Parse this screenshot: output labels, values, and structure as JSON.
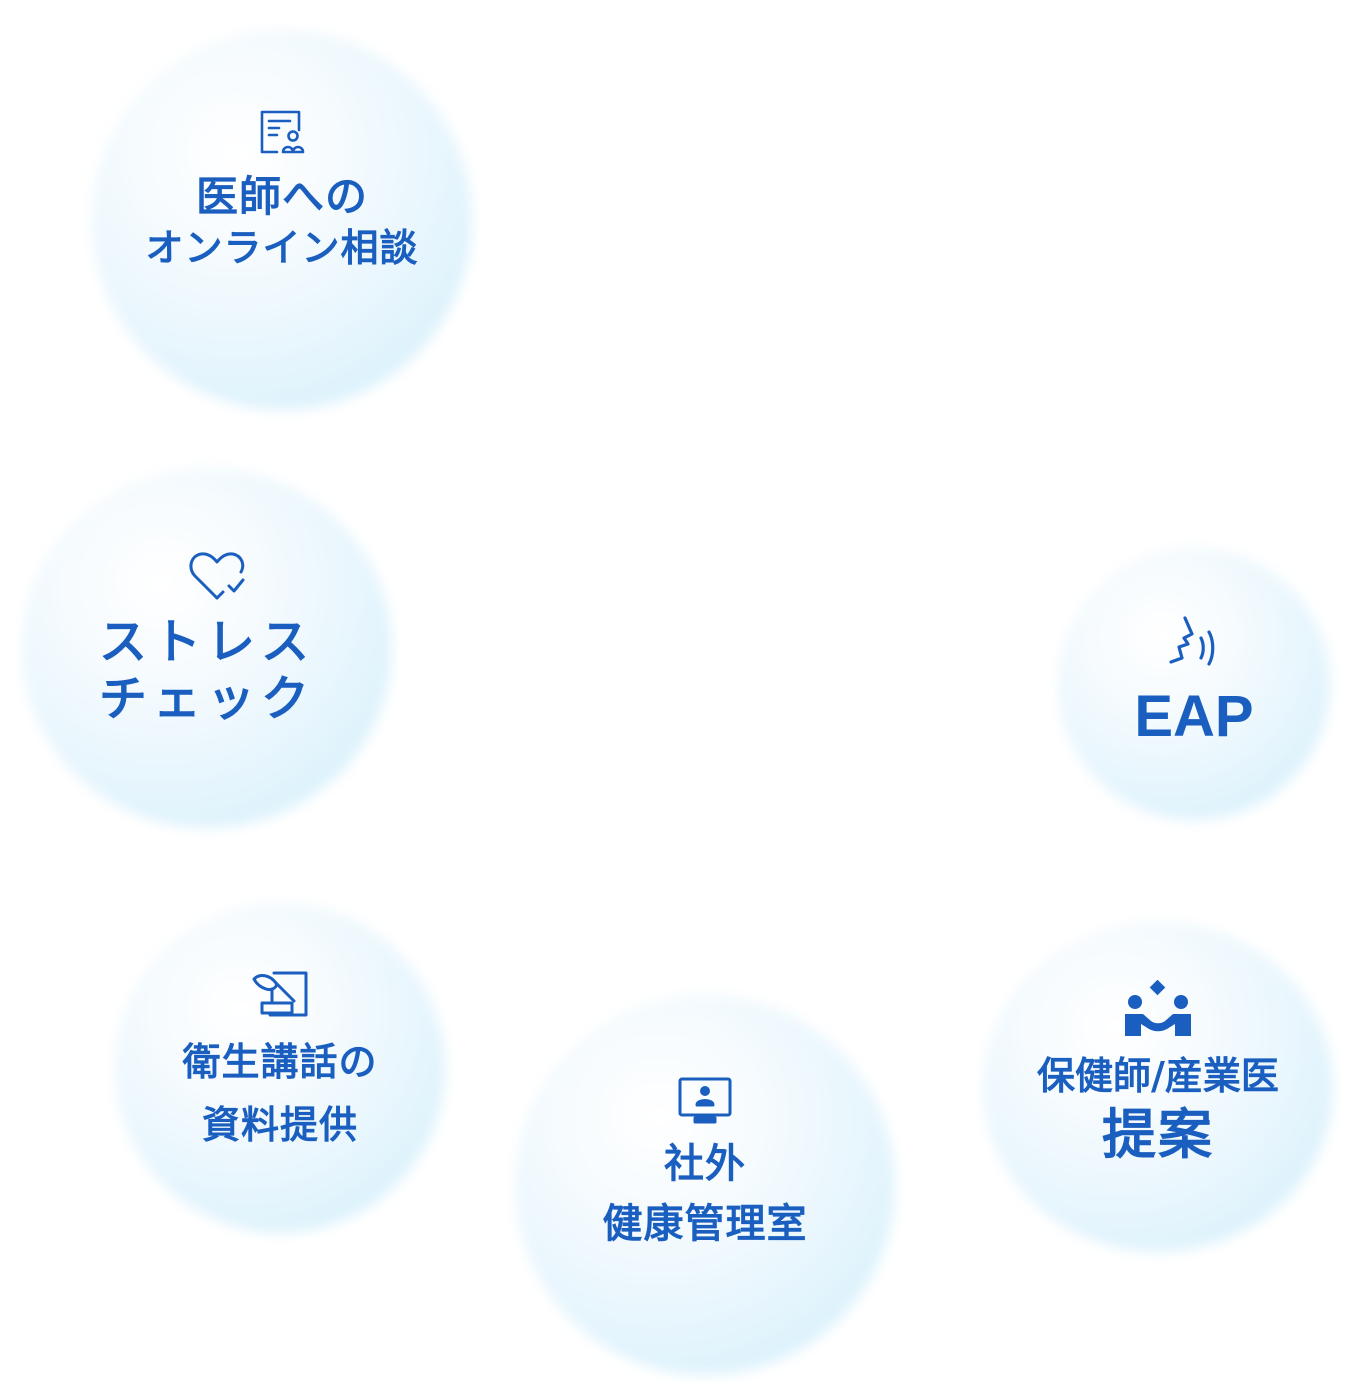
{
  "theme": {
    "text_color": "#1a5fbf",
    "bubble_light": "#ffffff",
    "bubble_tint": "#dcf2fc",
    "background": "#ffffff"
  },
  "services": [
    {
      "id": "doctor",
      "icon": "doctor-consultation-document-icon",
      "lines": [
        "医師への",
        "オンライン相談"
      ]
    },
    {
      "id": "stress",
      "icon": "heart-check-icon",
      "lines": [
        "ストレス",
        "チェック"
      ]
    },
    {
      "id": "eap",
      "icon": "speaking-voice-icon",
      "lines": [
        "EAP"
      ]
    },
    {
      "id": "lecture",
      "icon": "lecture-podium-icon",
      "lines": [
        "衛生講話の",
        "資料提供"
      ]
    },
    {
      "id": "external",
      "icon": "monitor-person-icon",
      "lines": [
        "社外",
        "健康管理室"
      ]
    },
    {
      "id": "proposal",
      "icon": "people-collaboration-icon",
      "lines": [
        "保健師/産業医",
        "提案"
      ]
    }
  ]
}
